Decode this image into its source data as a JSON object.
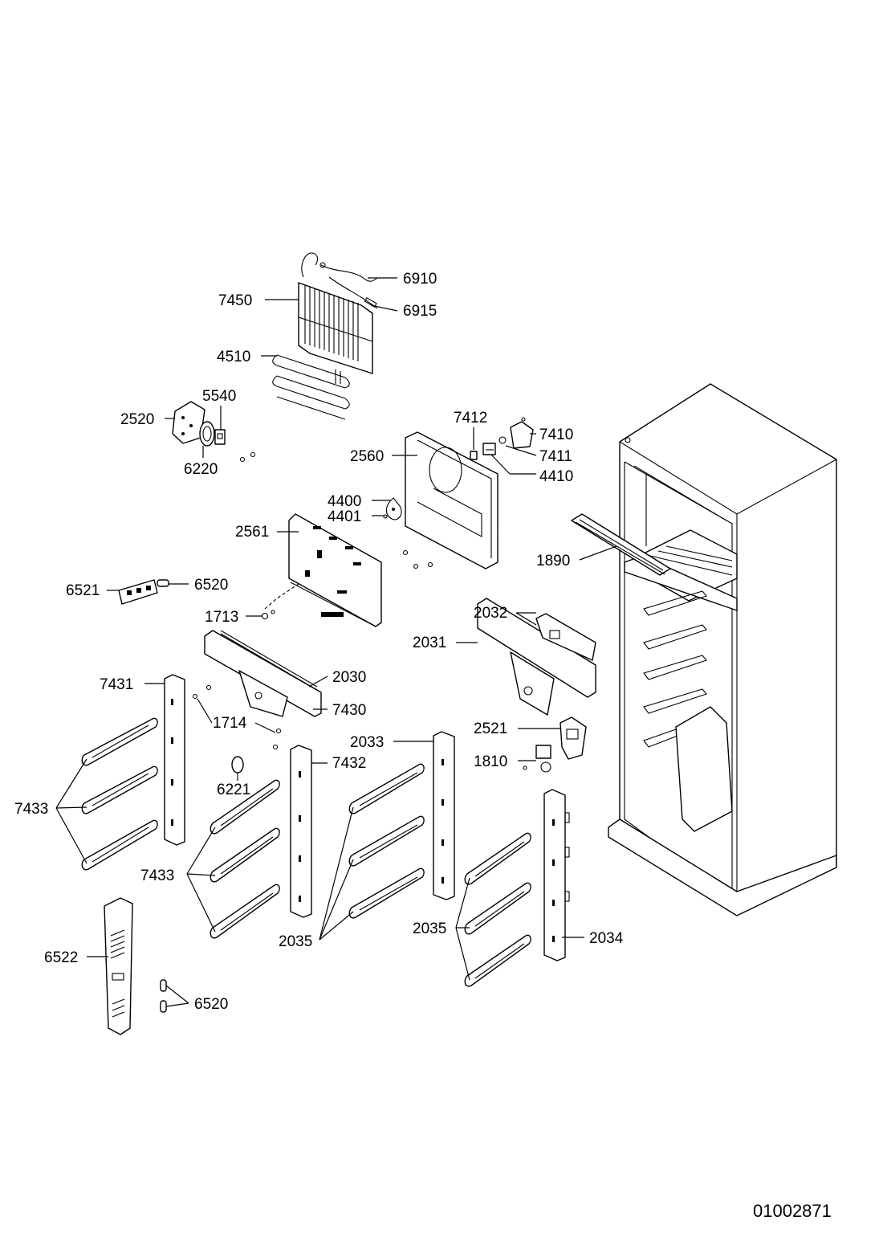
{
  "document_number": "01002871",
  "callouts": [
    {
      "id": "6910",
      "text": "6910"
    },
    {
      "id": "7450",
      "text": "7450"
    },
    {
      "id": "6915",
      "text": "6915"
    },
    {
      "id": "4510",
      "text": "4510"
    },
    {
      "id": "5540",
      "text": "5540"
    },
    {
      "id": "2520",
      "text": "2520"
    },
    {
      "id": "6220",
      "text": "6220"
    },
    {
      "id": "7412",
      "text": "7412"
    },
    {
      "id": "7410",
      "text": "7410"
    },
    {
      "id": "7411",
      "text": "7411"
    },
    {
      "id": "2560",
      "text": "2560"
    },
    {
      "id": "4410",
      "text": "4410"
    },
    {
      "id": "4400",
      "text": "4400"
    },
    {
      "id": "4401",
      "text": "4401"
    },
    {
      "id": "2561",
      "text": "2561"
    },
    {
      "id": "1890",
      "text": "1890"
    },
    {
      "id": "6521",
      "text": "6521"
    },
    {
      "id": "6520a",
      "text": "6520"
    },
    {
      "id": "1713",
      "text": "1713"
    },
    {
      "id": "2032",
      "text": "2032"
    },
    {
      "id": "2031",
      "text": "2031"
    },
    {
      "id": "2030",
      "text": "2030"
    },
    {
      "id": "7431",
      "text": "7431"
    },
    {
      "id": "7430",
      "text": "7430"
    },
    {
      "id": "1714",
      "text": "1714"
    },
    {
      "id": "2033",
      "text": "2033"
    },
    {
      "id": "2521",
      "text": "2521"
    },
    {
      "id": "7432",
      "text": "7432"
    },
    {
      "id": "1810",
      "text": "1810"
    },
    {
      "id": "6221",
      "text": "6221"
    },
    {
      "id": "7433a",
      "text": "7433"
    },
    {
      "id": "7433b",
      "text": "7433"
    },
    {
      "id": "2035a",
      "text": "2035"
    },
    {
      "id": "2035b",
      "text": "2035"
    },
    {
      "id": "2034",
      "text": "2034"
    },
    {
      "id": "6522",
      "text": "6522"
    },
    {
      "id": "6520b",
      "text": "6520"
    }
  ]
}
